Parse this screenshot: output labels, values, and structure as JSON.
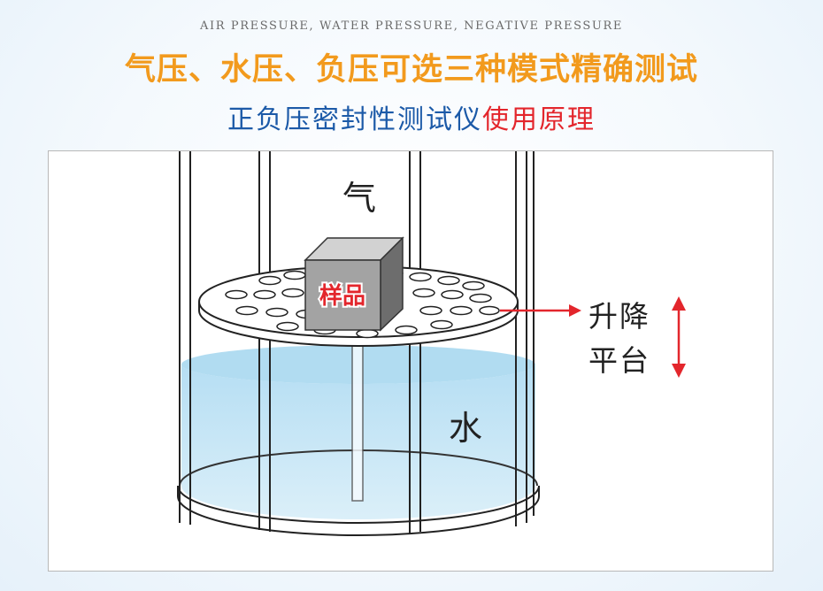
{
  "header": {
    "caption": "AIR PRESSURE, WATER PRESSURE, NEGATIVE PRESSURE",
    "headline": "气压、水压、负压可选三种模式精确测试",
    "subtitle_blue": "正负压密封性测试仪",
    "subtitle_red": "使用原理"
  },
  "diagram": {
    "air_label": "气",
    "water_label": "水",
    "sample_label": "样品",
    "platform_label_line1": "升降",
    "platform_label_line2": "平台"
  },
  "colors": {
    "headline": "#f29a1d",
    "subtitle_blue": "#1c5aa8",
    "subtitle_red": "#e3262c",
    "water": "#bfe2f3",
    "arrow": "#e3262c"
  }
}
